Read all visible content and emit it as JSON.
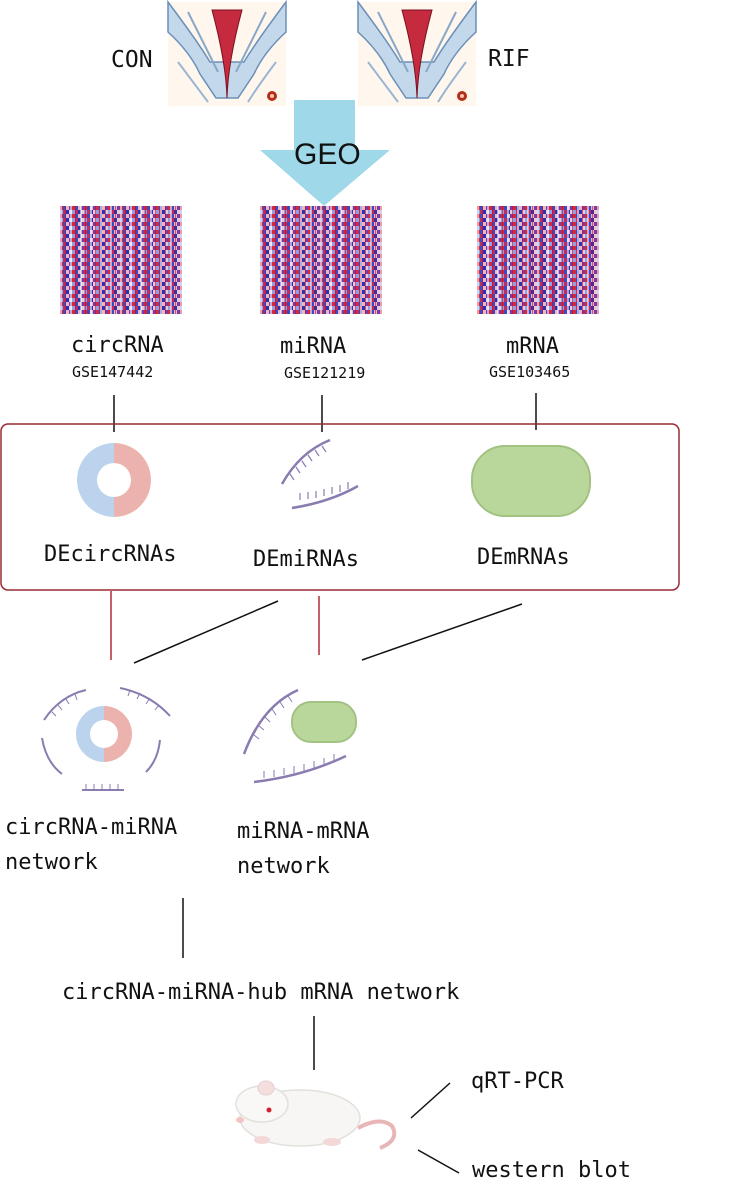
{
  "groups": {
    "control": "CON",
    "case": "RIF",
    "database": "GEO"
  },
  "datasets": [
    {
      "type": "circRNA",
      "accession": "GSE147442"
    },
    {
      "type": "miRNA",
      "accession": "GSE121219"
    },
    {
      "type": "mRNA",
      "accession": "GSE103465"
    }
  ],
  "differential": {
    "circ": "DEcircRNAs",
    "mi": "DEmiRNAs",
    "m": "DEmRNAs"
  },
  "networks": {
    "circ_mi_line1": "circRNA-miRNA",
    "circ_mi_line2": "network",
    "mi_m_line1": "miRNA-mRNA",
    "mi_m_line2": "network",
    "combined": "circRNA-miRNA-hub mRNA network"
  },
  "validation": {
    "method1": "qRT-PCR",
    "method2": "western blot"
  },
  "colors": {
    "arrow": "#9fd8e8",
    "frame": "#9a2a34",
    "red_connector": "#b02a36",
    "circ_blue": "#bcd3ee",
    "circ_red": "#ecb3ae",
    "mrna_green": "#b9d79a",
    "mirna_purple": "#8a7bb0"
  },
  "icons": [
    "uterus-icon",
    "heatmap-icon",
    "circrna-icon",
    "mirna-icon",
    "mrna-icon",
    "mouse-icon"
  ]
}
